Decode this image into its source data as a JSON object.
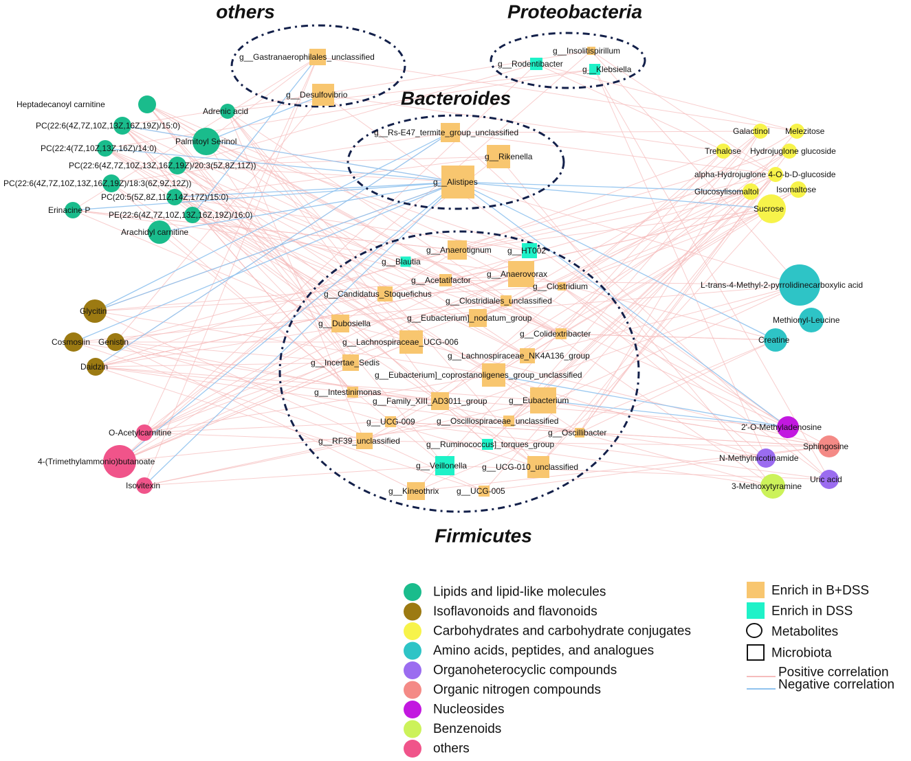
{
  "groups": [
    {
      "id": "others",
      "title": "others"
    },
    {
      "id": "proteobacteria",
      "title": "Proteobacteria"
    },
    {
      "id": "bacteroides",
      "title": "Bacteroides"
    },
    {
      "id": "firmicutes",
      "title": "Firmicutes"
    }
  ],
  "categories": [
    {
      "id": "lipids",
      "label": "Lipids and lipid-like molecules",
      "color": "#1abc8c"
    },
    {
      "id": "isoflavonoids",
      "label": "Isoflavonoids and flavonoids",
      "color": "#9c7a12"
    },
    {
      "id": "carbohydrates",
      "label": "Carbohydrates and carbohydrate conjugates",
      "color": "#f7f34a"
    },
    {
      "id": "amino",
      "label": "Amino acids, peptides, and analogues",
      "color": "#2ec4c6"
    },
    {
      "id": "organoheterocyclic",
      "label": "Organoheterocyclic compounds",
      "color": "#9b6cf0"
    },
    {
      "id": "organic_nitrogen",
      "label": "Organic nitrogen compounds",
      "color": "#f48a86"
    },
    {
      "id": "nucleosides",
      "label": "Nucleosides",
      "color": "#c218e0"
    },
    {
      "id": "benzenoids",
      "label": "Benzenoids",
      "color": "#ccf25a"
    },
    {
      "id": "others_met",
      "label": "others",
      "color": "#f0548a"
    }
  ],
  "enrich_legend": [
    {
      "id": "bdss",
      "label": "Enrich in B+DSS",
      "color": "#f8c66f"
    },
    {
      "id": "dss",
      "label": "Enrich in DSS",
      "color": "#1ef2c8"
    }
  ],
  "shape_legend": [
    {
      "id": "metabolites",
      "label": "Metabolites"
    },
    {
      "id": "microbiota",
      "label": "Microbiota"
    }
  ],
  "edge_legend": [
    {
      "id": "positive",
      "label": "Positive correlation",
      "color": "#f6bcbc"
    },
    {
      "id": "negative",
      "label": "Negative correlation",
      "color": "#8fc2ee"
    }
  ],
  "metabolites": [
    {
      "id": "m1",
      "label": "Heptadecanoyl carnitine",
      "category": "lipids"
    },
    {
      "id": "m2",
      "label": "Adrenic acid",
      "category": "lipids"
    },
    {
      "id": "m3",
      "label": "PC(22:6(4Z,7Z,10Z,13Z,16Z,19Z)/15:0)",
      "category": "lipids"
    },
    {
      "id": "m4",
      "label": "Palmitoyl Serinol",
      "category": "lipids"
    },
    {
      "id": "m5",
      "label": "PC(22:4(7Z,10Z,13Z,16Z)/14:0)",
      "category": "lipids"
    },
    {
      "id": "m6",
      "label": "PC(22:6(4Z,7Z,10Z,13Z,16Z,19Z)/20:3(5Z,8Z,11Z))",
      "category": "lipids"
    },
    {
      "id": "m7",
      "label": "PC(22:6(4Z,7Z,10Z,13Z,16Z,19Z)/18:3(6Z,9Z,12Z))",
      "category": "lipids"
    },
    {
      "id": "m8",
      "label": "PC(20:5(5Z,8Z,11Z,14Z,17Z)/15:0)",
      "category": "lipids"
    },
    {
      "id": "m9",
      "label": "Erinacine P",
      "category": "lipids"
    },
    {
      "id": "m10",
      "label": "PE(22:6(4Z,7Z,10Z,13Z,16Z,19Z)/16:0)",
      "category": "lipids"
    },
    {
      "id": "m11",
      "label": "Arachidyl carnitine",
      "category": "lipids"
    },
    {
      "id": "m12",
      "label": "Glycitin",
      "category": "isoflavonoids"
    },
    {
      "id": "m13",
      "label": "Cosmosiin",
      "category": "isoflavonoids"
    },
    {
      "id": "m14",
      "label": "Genistin",
      "category": "isoflavonoids"
    },
    {
      "id": "m15",
      "label": "Daidzin",
      "category": "isoflavonoids"
    },
    {
      "id": "m16",
      "label": "O-Acetylcarnitine",
      "category": "others_met"
    },
    {
      "id": "m17",
      "label": "4-(Trimethylammonio)butanoate",
      "category": "others_met"
    },
    {
      "id": "m18",
      "label": "Isovitexin",
      "category": "others_met"
    },
    {
      "id": "m19",
      "label": "Galactinol",
      "category": "carbohydrates"
    },
    {
      "id": "m20",
      "label": "Melezitose",
      "category": "carbohydrates"
    },
    {
      "id": "m21",
      "label": "Trehalose",
      "category": "carbohydrates"
    },
    {
      "id": "m22",
      "label": "Hydrojuglone glucoside",
      "category": "carbohydrates"
    },
    {
      "id": "m23",
      "label": "alpha-Hydrojuglone 4-O-b-D-glucoside",
      "category": "carbohydrates"
    },
    {
      "id": "m24",
      "label": "Glucosylisomaltol",
      "category": "carbohydrates"
    },
    {
      "id": "m25",
      "label": "Isomaltose",
      "category": "carbohydrates"
    },
    {
      "id": "m26",
      "label": "Sucrose",
      "category": "carbohydrates"
    },
    {
      "id": "m27",
      "label": "L-trans-4-Methyl-2-pyrrolidinecarboxylic acid",
      "category": "amino"
    },
    {
      "id": "m28",
      "label": "Methionyl-Leucine",
      "category": "amino"
    },
    {
      "id": "m29",
      "label": "Creatine",
      "category": "amino"
    },
    {
      "id": "m30",
      "label": "2'-O-Methyladenosine",
      "category": "nucleosides"
    },
    {
      "id": "m31",
      "label": "Sphingosine",
      "category": "organic_nitrogen"
    },
    {
      "id": "m32",
      "label": "N-Methylnicotinamide",
      "category": "organoheterocyclic"
    },
    {
      "id": "m33",
      "label": "Uric acid",
      "category": "organoheterocyclic"
    },
    {
      "id": "m34",
      "label": "3-Methoxytyramine",
      "category": "benzenoids"
    }
  ],
  "microbiota": [
    {
      "id": "b1",
      "label": "g__Gastranaerophilales_unclassified",
      "group": "others",
      "enrich": "bdss"
    },
    {
      "id": "b2",
      "label": "g__Desulfovibrio",
      "group": "others",
      "enrich": "bdss"
    },
    {
      "id": "b3",
      "label": "g__Insolitispirillum",
      "group": "proteobacteria",
      "enrich": "bdss"
    },
    {
      "id": "b4",
      "label": "g__Rodentibacter",
      "group": "proteobacteria",
      "enrich": "dss"
    },
    {
      "id": "b5",
      "label": "g__Klebsiella",
      "group": "proteobacteria",
      "enrich": "dss"
    },
    {
      "id": "b6",
      "label": "g__Rs-E47_termite_group_unclassified",
      "group": "bacteroides",
      "enrich": "bdss"
    },
    {
      "id": "b7",
      "label": "g__Rikenella",
      "group": "bacteroides",
      "enrich": "bdss"
    },
    {
      "id": "b8",
      "label": "g__Alistipes",
      "group": "bacteroides",
      "enrich": "bdss"
    },
    {
      "id": "b9",
      "label": "g__Anaerotignum",
      "group": "firmicutes",
      "enrich": "bdss"
    },
    {
      "id": "b10",
      "label": "g__HT002",
      "group": "firmicutes",
      "enrich": "dss"
    },
    {
      "id": "b11",
      "label": "g__Blautia",
      "group": "firmicutes",
      "enrich": "dss"
    },
    {
      "id": "b12",
      "label": "g__Anaerovorax",
      "group": "firmicutes",
      "enrich": "bdss"
    },
    {
      "id": "b13",
      "label": "g__Acetatifactor",
      "group": "firmicutes",
      "enrich": "bdss"
    },
    {
      "id": "b14",
      "label": "g__Clostridium",
      "group": "firmicutes",
      "enrich": "bdss"
    },
    {
      "id": "b15",
      "label": "g__Candidatus_Stoquefichus",
      "group": "firmicutes",
      "enrich": "bdss"
    },
    {
      "id": "b16",
      "label": "g__Clostridiales_unclassified",
      "group": "firmicutes",
      "enrich": "bdss"
    },
    {
      "id": "b17",
      "label": "g__Dubosiella",
      "group": "firmicutes",
      "enrich": "bdss"
    },
    {
      "id": "b18",
      "label": "g__Eubacterium]_nodatum_group",
      "group": "firmicutes",
      "enrich": "bdss"
    },
    {
      "id": "b19",
      "label": "g__Colidextribacter",
      "group": "firmicutes",
      "enrich": "bdss"
    },
    {
      "id": "b20",
      "label": "g__Lachnospiraceae_UCG-006",
      "group": "firmicutes",
      "enrich": "bdss"
    },
    {
      "id": "b21",
      "label": "g__Lachnospiraceae_NK4A136_group",
      "group": "firmicutes",
      "enrich": "bdss"
    },
    {
      "id": "b22",
      "label": "g__Incertae_Sedis",
      "group": "firmicutes",
      "enrich": "bdss"
    },
    {
      "id": "b23",
      "label": "g__Eubacterium]_coprostanoligenes_group_unclassified",
      "group": "firmicutes",
      "enrich": "bdss"
    },
    {
      "id": "b24",
      "label": "g__Intestinimonas",
      "group": "firmicutes",
      "enrich": "bdss"
    },
    {
      "id": "b25",
      "label": "g__Family_XIII_AD3011_group",
      "group": "firmicutes",
      "enrich": "bdss"
    },
    {
      "id": "b26",
      "label": "g__Eubacterium",
      "group": "firmicutes",
      "enrich": "bdss"
    },
    {
      "id": "b27",
      "label": "g__UCG-009",
      "group": "firmicutes",
      "enrich": "bdss"
    },
    {
      "id": "b28",
      "label": "g__Oscillospiraceae_unclassified",
      "group": "firmicutes",
      "enrich": "bdss"
    },
    {
      "id": "b29",
      "label": "g__Oscillibacter",
      "group": "firmicutes",
      "enrich": "bdss"
    },
    {
      "id": "b30",
      "label": "g__RF39_unclassified",
      "group": "firmicutes",
      "enrich": "bdss"
    },
    {
      "id": "b31",
      "label": "g__Ruminococcus]_torques_group",
      "group": "firmicutes",
      "enrich": "dss"
    },
    {
      "id": "b32",
      "label": "g__Veillonella",
      "group": "firmicutes",
      "enrich": "dss"
    },
    {
      "id": "b33",
      "label": "g__UCG-010_unclassified",
      "group": "firmicutes",
      "enrich": "bdss"
    },
    {
      "id": "b34",
      "label": "g__Kineothrix",
      "group": "firmicutes",
      "enrich": "bdss"
    },
    {
      "id": "b35",
      "label": "g__UCG-005",
      "group": "firmicutes",
      "enrich": "bdss"
    }
  ]
}
